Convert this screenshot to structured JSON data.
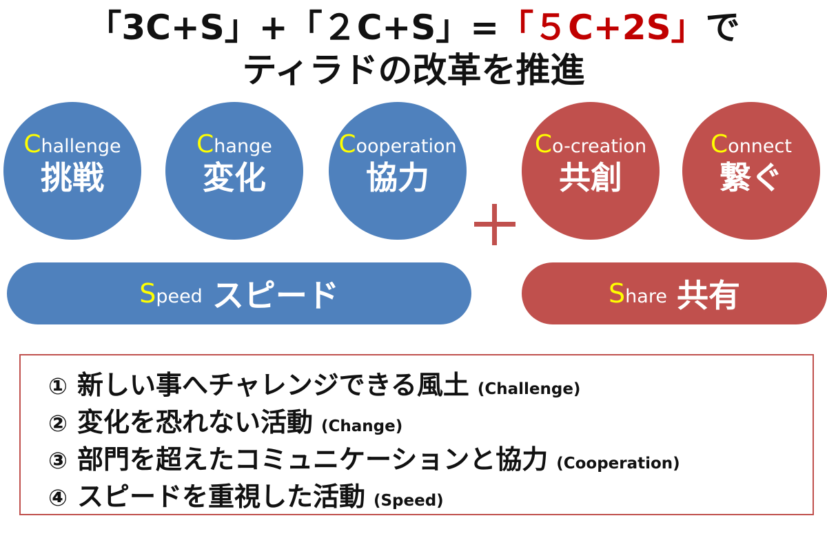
{
  "title": {
    "line1_prefix": "「3C+S」+「２C+S」=",
    "line1_accent": "「５C+2S」",
    "line1_suffix": "で",
    "line2": "ティラドの改革を推進"
  },
  "circles": [
    {
      "initial": "C",
      "rest": "hallenge",
      "jp": "挑戦",
      "color": "#4f81bd"
    },
    {
      "initial": "C",
      "rest": "hange",
      "jp": "変化",
      "color": "#4f81bd"
    },
    {
      "initial": "C",
      "rest": "ooperation",
      "jp": "協力",
      "color": "#4f81bd"
    },
    {
      "initial": "C",
      "rest": "o-creation",
      "jp": "共創",
      "color": "#c0504d"
    },
    {
      "initial": "C",
      "rest": "onnect",
      "jp": "繋ぐ",
      "color": "#c0504d"
    }
  ],
  "bars": [
    {
      "initial": "S",
      "rest": "peed",
      "jp": "スピード",
      "color": "#4f81bd"
    },
    {
      "initial": "S",
      "rest": "hare",
      "jp": "共有",
      "color": "#c0504d"
    }
  ],
  "list": [
    {
      "num": "①",
      "text": "新しい事へチャレンジできる風土",
      "en": "(Challenge)"
    },
    {
      "num": "②",
      "text": "変化を恐れない活動",
      "en": "(Change)"
    },
    {
      "num": "③",
      "text": "部門を超えたコミュニケーションと協力",
      "en": "(Cooperation)"
    },
    {
      "num": "④",
      "text": "スピードを重視した活動",
      "en": "(Speed)"
    }
  ],
  "colors": {
    "accent": "#c00000",
    "blue": "#4f81bd",
    "red": "#c0504d",
    "initial": "#ffff00"
  }
}
